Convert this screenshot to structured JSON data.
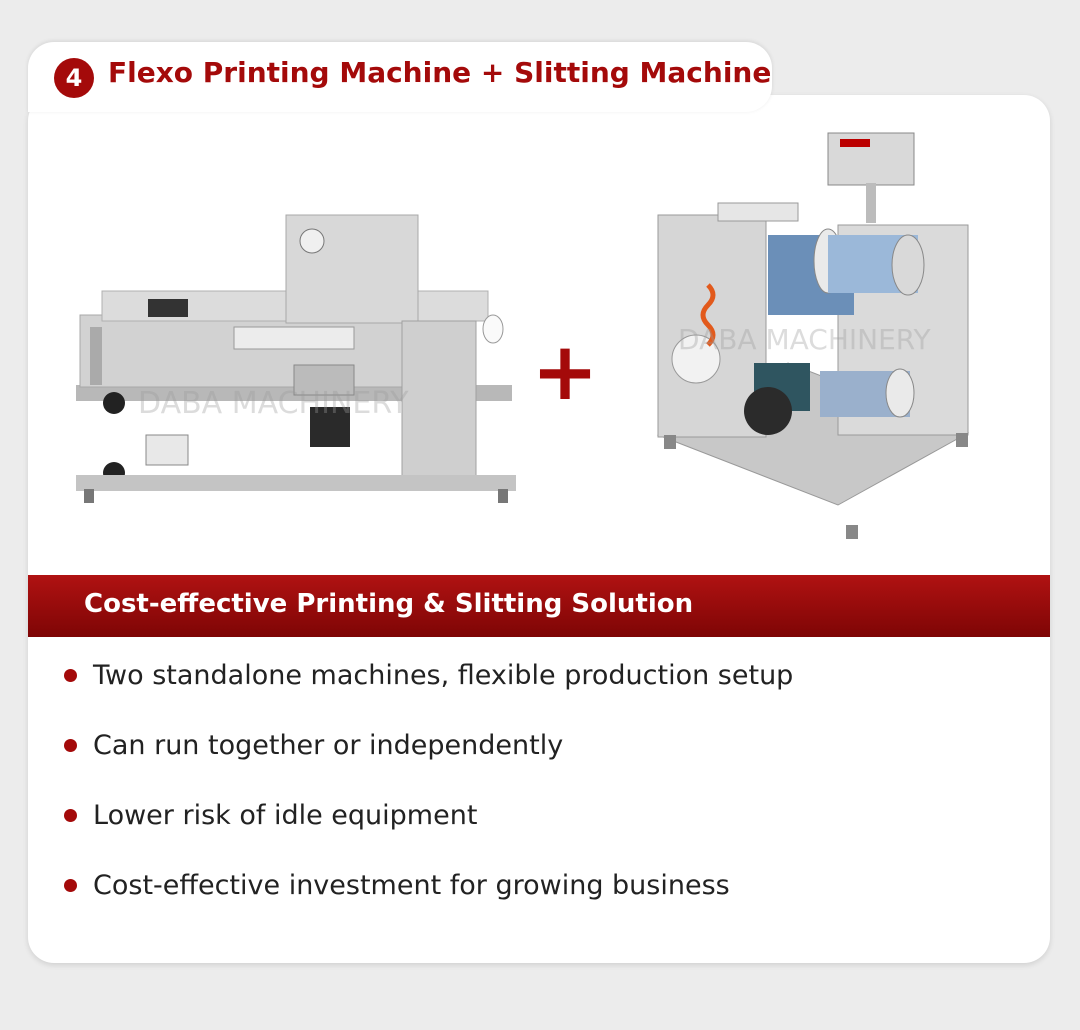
{
  "header": {
    "step_number": "4",
    "title": "Flexo Printing Machine + Slitting Machine"
  },
  "images": {
    "printing_machine_watermark": "DABA MACHINERY",
    "slitting_machine_watermark": "DABA MACHINERY",
    "plus_sign": "+"
  },
  "solution": {
    "heading": "Cost-effective Printing & Slitting Solution",
    "features": [
      "Two standalone machines, flexible production setup",
      "Can run together or independently",
      "Lower risk of idle equipment",
      "Cost-effective investment for growing business"
    ]
  },
  "colors": {
    "accent": "#a40a0a",
    "band_top": "#b01212",
    "band_bottom": "#7e0505",
    "card_background": "#ffffff",
    "page_background": "#ececec"
  }
}
